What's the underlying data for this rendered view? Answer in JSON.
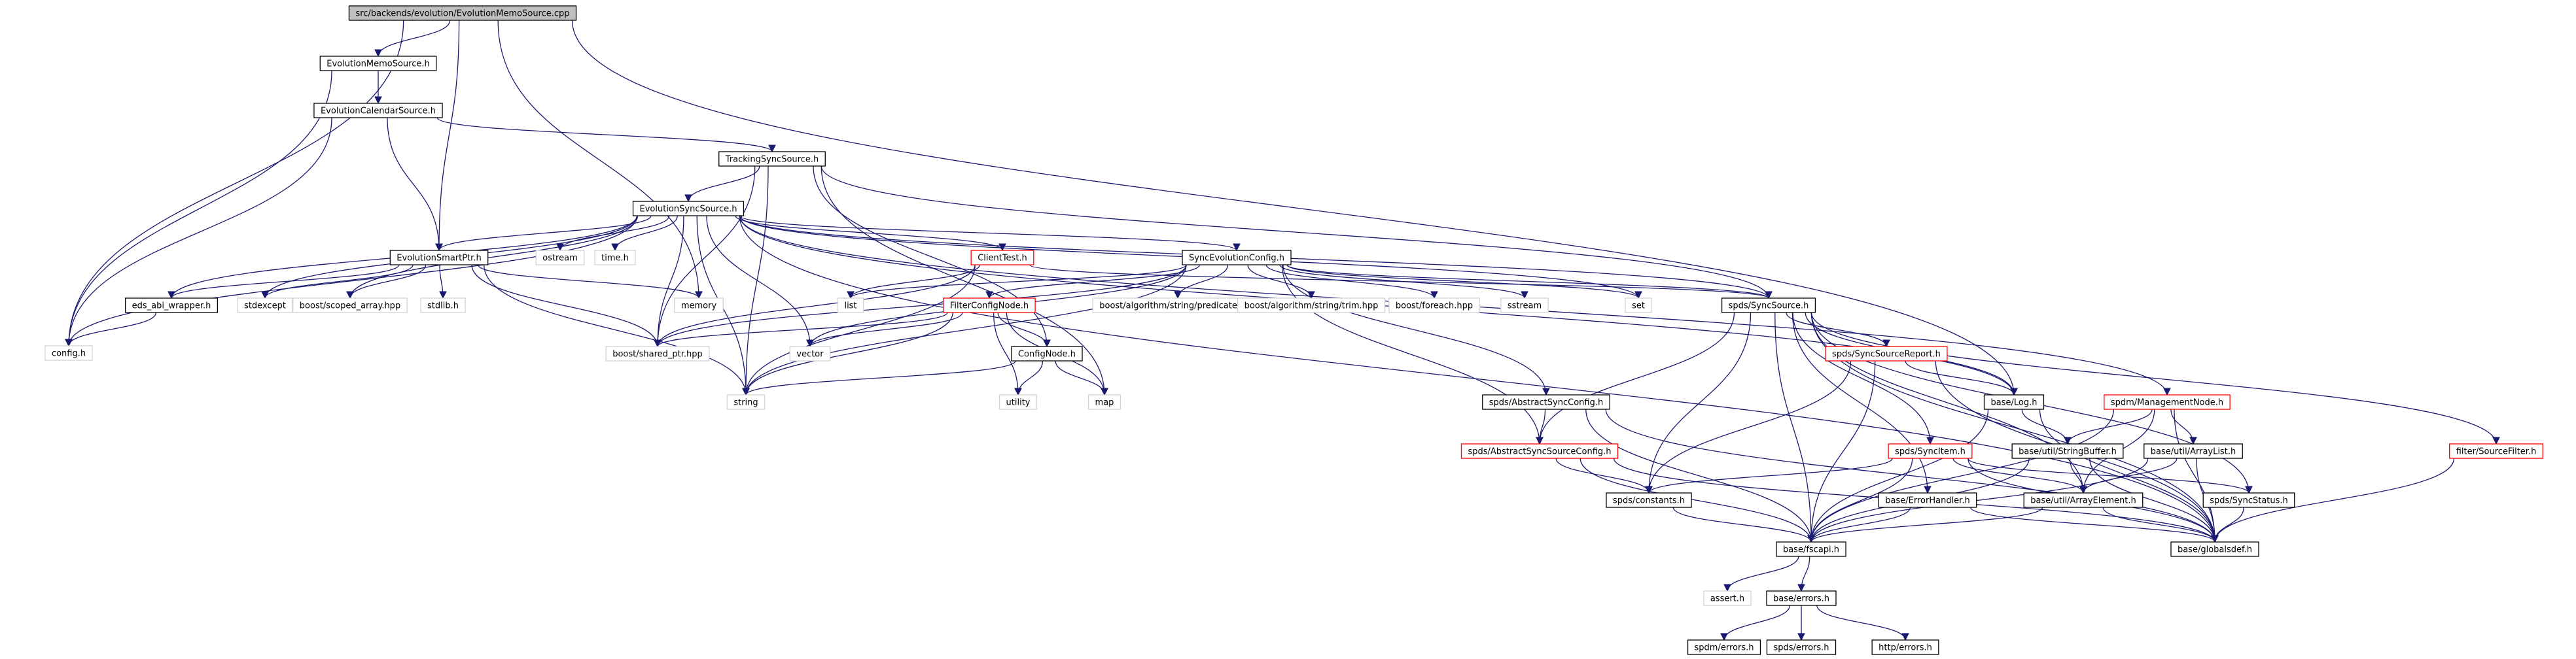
{
  "root_file": "src/backends/evolution/EvolutionMemoSource.cpp",
  "colors": {
    "edge": "#191970",
    "root_fill": "#bfbfbf",
    "documented_border": "#000000",
    "partial_border": "#ff0000",
    "external_border": "#d3d3d3",
    "node_fill": "#ffffff"
  },
  "nodes": {
    "root": "src/backends/evolution/EvolutionMemoSource.cpp",
    "memo_h": "EvolutionMemoSource.h",
    "calendar_h": "EvolutionCalendarSource.h",
    "tracking_h": "TrackingSyncSource.h",
    "evo_sync_h": "EvolutionSyncSource.h",
    "smartptr_h": "EvolutionSmartPtr.h",
    "eds_abi_h": "eds_abi_wrapper.h",
    "config_h": "config.h",
    "ostream": "ostream",
    "time_h": "time.h",
    "stdexcept": "stdexcept",
    "scoped_array": "boost/scoped_array.hpp",
    "stdlib_h": "stdlib.h",
    "memory": "memory",
    "shared_ptr": "boost/shared_ptr.hpp",
    "clienttest_h": "ClientTest.h",
    "list": "list",
    "vector": "vector",
    "string": "string",
    "syncevoconfig_h": "SyncEvolutionConfig.h",
    "filterconfignode_h": "FilterConfigNode.h",
    "confignode_h": "ConfigNode.h",
    "utility": "utility",
    "map": "map",
    "predicate": "boost/algorithm/string/predicate.hpp",
    "trim": "boost/algorithm/string/trim.hpp",
    "foreach": "boost/foreach.hpp",
    "sstream": "sstream",
    "set": "set",
    "spds_syncsource_h": "spds/SyncSource.h",
    "spds_abstractsyncconfig_h": "spds/AbstractSyncConfig.h",
    "spds_abstractsyncsourceconfig_h": "spds/AbstractSyncSourceConfig.h",
    "spds_constants_h": "spds/constants.h",
    "spds_syncsourcereport_h": "spds/SyncSourceReport.h",
    "base_log_h": "base/Log.h",
    "mgmt_node_h": "spdm/ManagementNode.h",
    "string_buffer_h": "base/util/StringBuffer.h",
    "array_list_h": "base/util/ArrayList.h",
    "spds_syncitem_h": "spds/SyncItem.h",
    "error_handler_h": "base/ErrorHandler.h",
    "array_element_h": "base/util/ArrayElement.h",
    "sync_status_h": "spds/SyncStatus.h",
    "source_filter_h": "filter/SourceFilter.h",
    "fscapi_h": "base/fscapi.h",
    "globalsdef_h": "base/globalsdef.h",
    "assert_h": "assert.h",
    "base_errors_h": "base/errors.h",
    "spdm_errors_h": "spdm/errors.h",
    "spds_errors_h": "spds/errors.h",
    "http_errors_h": "http/errors.h"
  },
  "edges": [
    [
      "root",
      "memo_h"
    ],
    [
      "root",
      "smartptr_h"
    ],
    [
      "root",
      "memory"
    ],
    [
      "root",
      "base_log_h"
    ],
    [
      "root",
      "config_h"
    ],
    [
      "memo_h",
      "calendar_h"
    ],
    [
      "memo_h",
      "config_h"
    ],
    [
      "calendar_h",
      "tracking_h"
    ],
    [
      "calendar_h",
      "smartptr_h"
    ],
    [
      "calendar_h",
      "config_h"
    ],
    [
      "tracking_h",
      "evo_sync_h"
    ],
    [
      "tracking_h",
      "confignode_h"
    ],
    [
      "tracking_h",
      "shared_ptr"
    ],
    [
      "tracking_h",
      "string"
    ],
    [
      "tracking_h",
      "map"
    ],
    [
      "tracking_h",
      "spds_syncsource_h"
    ],
    [
      "evo_sync_h",
      "smartptr_h"
    ],
    [
      "evo_sync_h",
      "eds_abi_h"
    ],
    [
      "evo_sync_h",
      "config_h"
    ],
    [
      "evo_sync_h",
      "ostream"
    ],
    [
      "evo_sync_h",
      "time_h"
    ],
    [
      "evo_sync_h",
      "stdexcept"
    ],
    [
      "evo_sync_h",
      "scoped_array"
    ],
    [
      "evo_sync_h",
      "shared_ptr"
    ],
    [
      "evo_sync_h",
      "vector"
    ],
    [
      "evo_sync_h",
      "string"
    ],
    [
      "evo_sync_h",
      "clienttest_h"
    ],
    [
      "evo_sync_h",
      "syncevoconfig_h"
    ],
    [
      "evo_sync_h",
      "set"
    ],
    [
      "evo_sync_h",
      "spds_syncsource_h"
    ],
    [
      "evo_sync_h",
      "base_log_h"
    ],
    [
      "evo_sync_h",
      "mgmt_node_h"
    ],
    [
      "evo_sync_h",
      "globalsdef_h"
    ],
    [
      "smartptr_h",
      "eds_abi_h"
    ],
    [
      "smartptr_h",
      "stdexcept"
    ],
    [
      "smartptr_h",
      "scoped_array"
    ],
    [
      "smartptr_h",
      "stdlib_h"
    ],
    [
      "smartptr_h",
      "memory"
    ],
    [
      "smartptr_h",
      "shared_ptr"
    ],
    [
      "smartptr_h",
      "string"
    ],
    [
      "eds_abi_h",
      "config_h"
    ],
    [
      "clienttest_h",
      "list"
    ],
    [
      "clienttest_h",
      "shared_ptr"
    ],
    [
      "clienttest_h",
      "string"
    ],
    [
      "clienttest_h",
      "spds_syncsource_h"
    ],
    [
      "syncevoconfig_h",
      "filterconfignode_h"
    ],
    [
      "syncevoconfig_h",
      "shared_ptr"
    ],
    [
      "syncevoconfig_h",
      "string"
    ],
    [
      "syncevoconfig_h",
      "list"
    ],
    [
      "syncevoconfig_h",
      "vector"
    ],
    [
      "syncevoconfig_h",
      "predicate"
    ],
    [
      "syncevoconfig_h",
      "trim"
    ],
    [
      "syncevoconfig_h",
      "foreach"
    ],
    [
      "syncevoconfig_h",
      "sstream"
    ],
    [
      "syncevoconfig_h",
      "set"
    ],
    [
      "syncevoconfig_h",
      "spds_abstractsyncconfig_h"
    ],
    [
      "syncevoconfig_h",
      "spds_abstractsyncsourceconfig_h"
    ],
    [
      "syncevoconfig_h",
      "spds_syncsource_h"
    ],
    [
      "filterconfignode_h",
      "confignode_h"
    ],
    [
      "filterconfignode_h",
      "shared_ptr"
    ],
    [
      "filterconfignode_h",
      "string"
    ],
    [
      "filterconfignode_h",
      "vector"
    ],
    [
      "filterconfignode_h",
      "utility"
    ],
    [
      "filterconfignode_h",
      "map"
    ],
    [
      "confignode_h",
      "utility"
    ],
    [
      "confignode_h",
      "map"
    ],
    [
      "confignode_h",
      "string"
    ],
    [
      "spds_abstractsyncconfig_h",
      "spds_abstractsyncsourceconfig_h"
    ],
    [
      "spds_abstractsyncconfig_h",
      "fscapi_h"
    ],
    [
      "spds_abstractsyncconfig_h",
      "globalsdef_h"
    ],
    [
      "spds_abstractsyncsourceconfig_h",
      "spds_constants_h"
    ],
    [
      "spds_abstractsyncsourceconfig_h",
      "fscapi_h"
    ],
    [
      "spds_abstractsyncsourceconfig_h",
      "globalsdef_h"
    ],
    [
      "spds_syncsource_h",
      "spds_syncsourcereport_h"
    ],
    [
      "spds_syncsource_h",
      "spds_abstractsyncsourceconfig_h"
    ],
    [
      "spds_syncsource_h",
      "spds_constants_h"
    ],
    [
      "spds_syncsource_h",
      "spds_syncitem_h"
    ],
    [
      "spds_syncsource_h",
      "error_handler_h"
    ],
    [
      "spds_syncsource_h",
      "array_element_h"
    ],
    [
      "spds_syncsource_h",
      "sync_status_h"
    ],
    [
      "spds_syncsource_h",
      "source_filter_h"
    ],
    [
      "spds_syncsource_h",
      "fscapi_h"
    ],
    [
      "spds_syncsource_h",
      "globalsdef_h"
    ],
    [
      "spds_syncsource_h",
      "base_log_h"
    ],
    [
      "spds_syncsourcereport_h",
      "base_log_h"
    ],
    [
      "spds_syncsourcereport_h",
      "spds_constants_h"
    ],
    [
      "spds_syncsourcereport_h",
      "fscapi_h"
    ],
    [
      "spds_syncsourcereport_h",
      "globalsdef_h"
    ],
    [
      "base_log_h",
      "string_buffer_h"
    ],
    [
      "base_log_h",
      "fscapi_h"
    ],
    [
      "base_log_h",
      "globalsdef_h"
    ],
    [
      "mgmt_node_h",
      "string_buffer_h"
    ],
    [
      "mgmt_node_h",
      "array_list_h"
    ],
    [
      "mgmt_node_h",
      "array_element_h"
    ],
    [
      "mgmt_node_h",
      "fscapi_h"
    ],
    [
      "mgmt_node_h",
      "globalsdef_h"
    ],
    [
      "string_buffer_h",
      "array_element_h"
    ],
    [
      "string_buffer_h",
      "fscapi_h"
    ],
    [
      "string_buffer_h",
      "globalsdef_h"
    ],
    [
      "array_list_h",
      "array_element_h"
    ],
    [
      "array_list_h",
      "fscapi_h"
    ],
    [
      "array_list_h",
      "globalsdef_h"
    ],
    [
      "spds_syncitem_h",
      "spds_constants_h"
    ],
    [
      "spds_syncitem_h",
      "array_element_h"
    ],
    [
      "spds_syncitem_h",
      "sync_status_h"
    ],
    [
      "spds_syncitem_h",
      "fscapi_h"
    ],
    [
      "spds_syncitem_h",
      "globalsdef_h"
    ],
    [
      "error_handler_h",
      "fscapi_h"
    ],
    [
      "error_handler_h",
      "globalsdef_h"
    ],
    [
      "array_element_h",
      "fscapi_h"
    ],
    [
      "array_element_h",
      "globalsdef_h"
    ],
    [
      "sync_status_h",
      "globalsdef_h"
    ],
    [
      "source_filter_h",
      "globalsdef_h"
    ],
    [
      "spds_constants_h",
      "fscapi_h"
    ],
    [
      "fscapi_h",
      "assert_h"
    ],
    [
      "fscapi_h",
      "base_errors_h"
    ],
    [
      "base_errors_h",
      "spdm_errors_h"
    ],
    [
      "base_errors_h",
      "spds_errors_h"
    ],
    [
      "base_errors_h",
      "http_errors_h"
    ]
  ]
}
